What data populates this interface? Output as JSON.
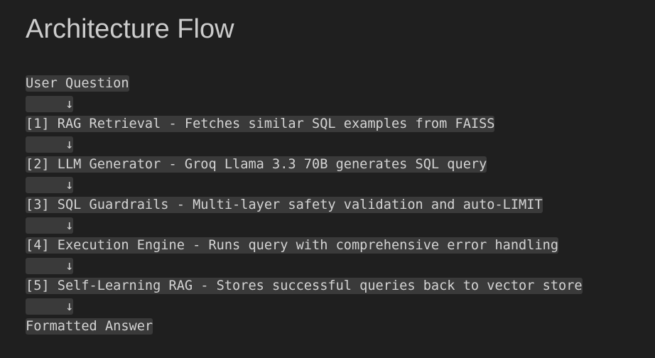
{
  "title": "Architecture Flow",
  "flow": [
    "User Question",
    "     ↓",
    "[1] RAG Retrieval - Fetches similar SQL examples from FAISS",
    "     ↓",
    "[2] LLM Generator - Groq Llama 3.3 70B generates SQL query",
    "     ↓",
    "[3] SQL Guardrails - Multi-layer safety validation and auto-LIMIT",
    "     ↓",
    "[4] Execution Engine - Runs query with comprehensive error handling",
    "     ↓",
    "[5] Self-Learning RAG - Stores successful queries back to vector store",
    "     ↓",
    "Formatted Answer"
  ]
}
